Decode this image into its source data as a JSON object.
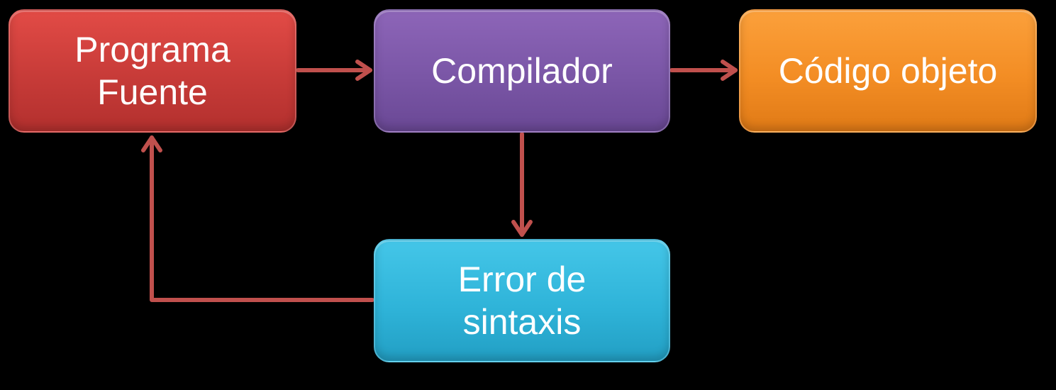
{
  "nodes": {
    "programa_fuente": {
      "label": "Programa\nFuente"
    },
    "compilador": {
      "label": "Compilador"
    },
    "codigo_objeto": {
      "label": "Código objeto"
    },
    "error_sintaxis": {
      "label": "Error de\nsintaxis"
    }
  },
  "edges": [
    {
      "from": "Programa Fuente",
      "to": "Compilador"
    },
    {
      "from": "Compilador",
      "to": "Código objeto"
    },
    {
      "from": "Compilador",
      "to": "Error de sintaxis"
    },
    {
      "from": "Error de sintaxis",
      "to": "Programa Fuente"
    }
  ],
  "colors": {
    "programa_fuente": "#c73b38",
    "compilador": "#7a56a6",
    "codigo_objeto": "#f38d24",
    "error_sintaxis": "#2fb4d9",
    "arrow": "#c0504d",
    "background": "#000000"
  }
}
